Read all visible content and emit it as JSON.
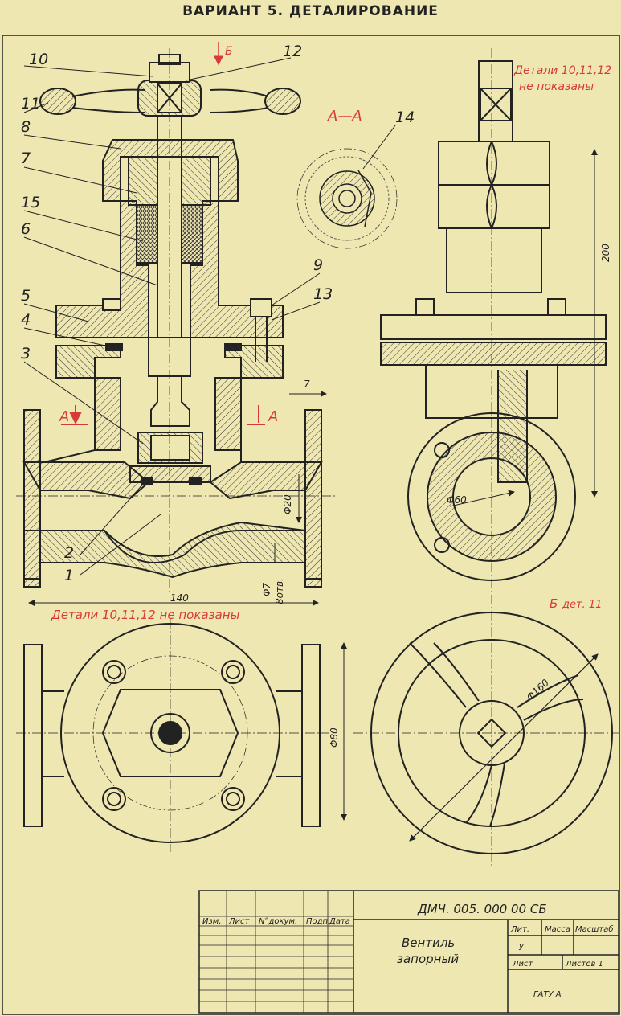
{
  "title": "ВАРИАНТ 5. ДЕТАЛИРОВАНИЕ",
  "part_labels": [
    "1",
    "2",
    "3",
    "4",
    "5",
    "6",
    "7",
    "8",
    "9",
    "10",
    "11",
    "12",
    "13",
    "14",
    "15"
  ],
  "view_b_arrow": "Б",
  "section_label": "А—А",
  "section_marker": "А",
  "notes": {
    "front": "Детали 10,11,12   не показаны",
    "side_line1": "Детали 10,11,12",
    "side_line2": "не показаны"
  },
  "view_b_label": "Б",
  "view_b_detail": "дет. 11",
  "dimensions": {
    "width": "140",
    "flange_hole": "Φ7",
    "hole_count": "8отв.",
    "bore": "Φ20",
    "wall": "7",
    "height": "200",
    "seat": "Φ60",
    "flange_dia": "Φ80",
    "wheel_dia": "Φ160"
  },
  "title_block": {
    "doc_number": "ДМЧ. 005. 000 00 СБ",
    "name_line1": "Вентиль",
    "name_line2": "запорный",
    "cols": {
      "izm": "Изм.",
      "list": "Лист",
      "ndoc": "N°докум.",
      "podp": "Подп.",
      "data": "Дата"
    },
    "lit": "Лит.",
    "lit_value": "у",
    "massa": "Масса",
    "masshtab": "Масштаб",
    "list2": "Лист",
    "listov": "Листов 1",
    "org": "ГАТУ А"
  },
  "colors": {
    "paper": "#efe7b2",
    "ink": "#222222",
    "annotation": "#d63a3a"
  }
}
